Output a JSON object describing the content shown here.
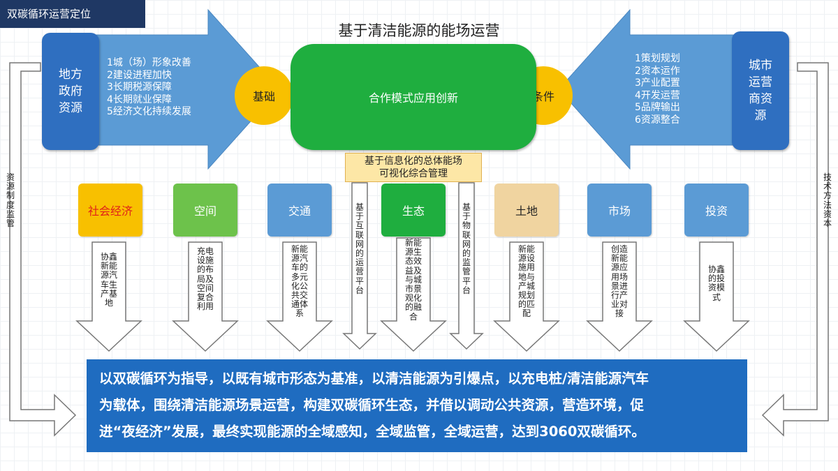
{
  "header": {
    "title": "双碳循环运营定位",
    "main_title": "基于清洁能源的能场运营"
  },
  "left": {
    "box": "地方\n政府\n资源",
    "items": [
      "1城（场）形象改善",
      "2建设进程加快",
      "3长期税源保障",
      "4长期就业保障",
      "5经济文化持续发展"
    ],
    "circle": "基础",
    "side_label": "资源制度监管"
  },
  "right": {
    "box": "城市\n运营\n商资\n源",
    "items": [
      "1策划规划",
      "2资本运作",
      "3产业配置",
      "4开发运营",
      "5品牌输出",
      "6资源整合"
    ],
    "circle": "条件",
    "side_label": "技术方法资本"
  },
  "center": {
    "label": "合作模式应用创新",
    "management": [
      "基于信息化的总体能场",
      "可视化综合管理"
    ]
  },
  "categories": [
    {
      "label": "社会经济",
      "desc": "协鑫新能源汽车生产基地"
    },
    {
      "label": "空间",
      "desc": "充电设施的布局及空间复合利用"
    },
    {
      "label": "交通",
      "desc": "新能源汽车的多元化公共交通体系"
    },
    {
      "label": "生态",
      "desc": "新能源生态效益及与城市景观化的融合"
    },
    {
      "label": "土地",
      "desc": "新能源设施用地与产城规划的匹配"
    },
    {
      "label": "市场",
      "desc": "创造新能源应用场景进行产业对接"
    },
    {
      "label": "投资",
      "desc": "协鑫的投资模式"
    }
  ],
  "platforms": [
    {
      "label": "基于互联网的运营平台"
    },
    {
      "label": "基于物联网的监管平台"
    }
  ],
  "summary": {
    "lines": [
      "以双碳循环为指导，以既有城市形态为基准，以清洁能源为引爆点，以充电桩/清洁能源汽车",
      "为载体，围绕清洁能源场景运营，构建双碳循环生态，并借以调动公共资源，营造环境，促",
      "进“夜经济”发展，最终实现能源的全域感知，全域监管，全域运营，达到3060双碳循环。"
    ]
  },
  "colors": {
    "blue_box": "#2f6fc0",
    "arrow_blue": "#5b9bd5",
    "circle_yellow": "#f8c000",
    "center_green": "#1fae3f",
    "social": "#f8c000",
    "social_text": "#e0201a",
    "space": "#6dc24b",
    "traffic": "#5b9bd5",
    "ecology": "#1fae3f",
    "land": "#f0d4a0",
    "market": "#5b9bd5",
    "invest": "#5b9bd5",
    "bottom": "#1f6cc0"
  }
}
